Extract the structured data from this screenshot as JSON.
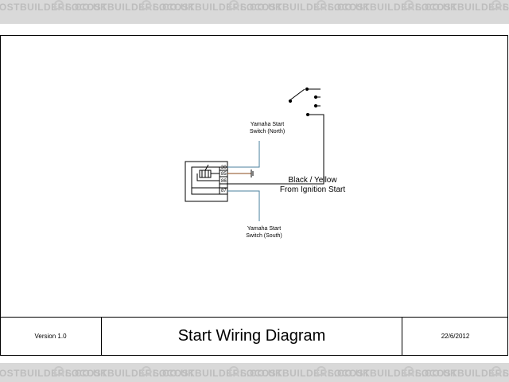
{
  "watermark": {
    "text": "LOCOSTBUILDERS.CO.UK"
  },
  "diagram": {
    "relay_pins": [
      "30",
      "85",
      "86",
      "87"
    ],
    "label_north_line1": "Yamaha Start",
    "label_north_line2": "Switch (North)",
    "label_south_line1": "Yamaha Start",
    "label_south_line2": "Switch (South)",
    "label_ignition_line1": "Black / Yellow",
    "label_ignition_line2": "From Ignition Start",
    "colors": {
      "wire_blue": "#4a7f9c",
      "wire_brown": "#8a4a1a",
      "ink": "#000000"
    }
  },
  "title_block": {
    "version": "Version 1.0",
    "title": "Start Wiring Diagram",
    "date": "22/6/2012"
  }
}
